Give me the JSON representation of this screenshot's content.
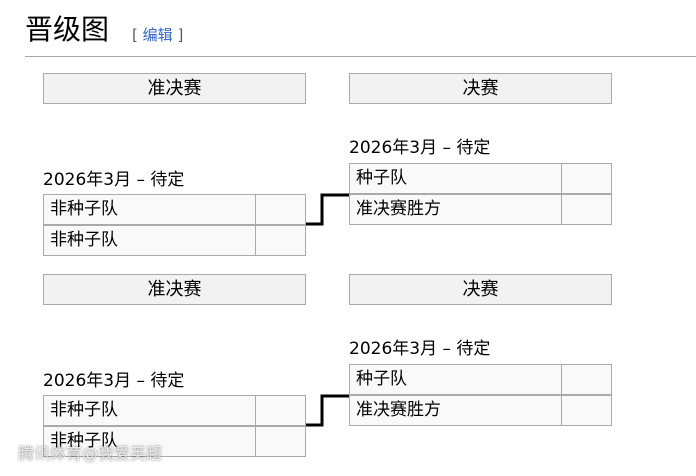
{
  "heading": {
    "title": "晋级图",
    "edit_open": "[",
    "edit_label": "编辑",
    "edit_close": "]"
  },
  "brackets": [
    {
      "semifinal_header": "准决赛",
      "final_header": "决赛",
      "semifinal": {
        "date": "2026年3月 – 待定",
        "teams": [
          {
            "name": "非种子队",
            "score": ""
          },
          {
            "name": "非种子队",
            "score": ""
          }
        ]
      },
      "final": {
        "date": "2026年3月 – 待定",
        "teams": [
          {
            "name": "种子队",
            "score": ""
          },
          {
            "name": "准决赛胜方",
            "score": ""
          }
        ]
      }
    },
    {
      "semifinal_header": "准决赛",
      "final_header": "决赛",
      "semifinal": {
        "date": "2026年3月 – 待定",
        "teams": [
          {
            "name": "非种子队",
            "score": ""
          },
          {
            "name": "非种子队",
            "score": ""
          }
        ]
      },
      "final": {
        "date": "2026年3月 – 待定",
        "teams": [
          {
            "name": "种子队",
            "score": ""
          },
          {
            "name": "准决赛胜方",
            "score": ""
          }
        ]
      }
    }
  ],
  "watermark": "腾讯体育@我爱英超"
}
